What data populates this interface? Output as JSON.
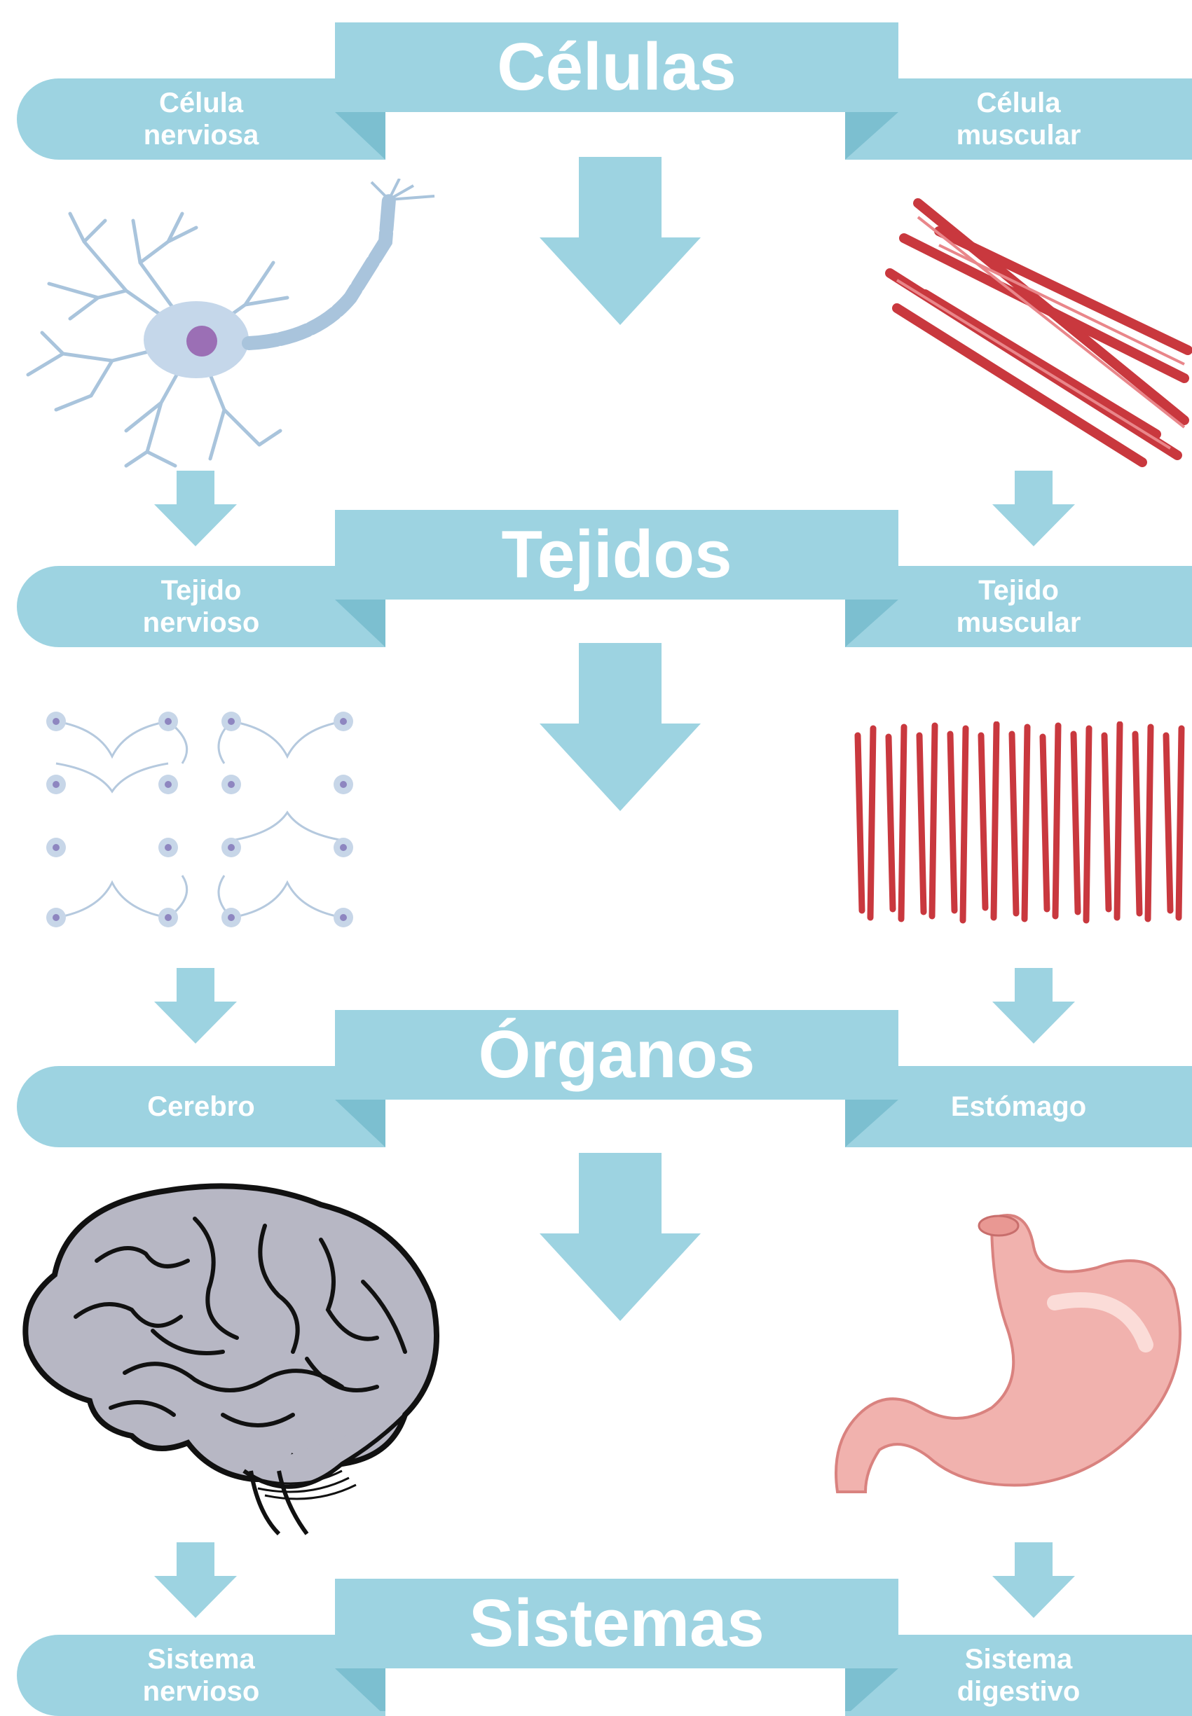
{
  "levels": [
    {
      "title": "Células",
      "left_label": "Célula nerviosa",
      "right_label": "Célula muscular"
    },
    {
      "title": "Tejidos",
      "left_label": "Tejido nervioso",
      "right_label": "Tejido muscular"
    },
    {
      "title": "Órganos",
      "left_label": "Cerebro",
      "right_label": "Estómago"
    },
    {
      "title": "Sistemas",
      "left_label": "Sistema nervioso",
      "right_label": "Sistema digestivo"
    }
  ],
  "colors": {
    "banner": "#9dd3e1",
    "banner_fold": "#7cbfd0",
    "arrow": "#9dd3e1",
    "neuron": "#a9c4dc",
    "muscle": "#c9383e",
    "brain": "#b7b7c4",
    "stomach": "#f1b2ae"
  },
  "illustrations": [
    "neuron-icon",
    "muscle-fiber-icon",
    "nerve-tissue-icon",
    "muscle-tissue-icon",
    "brain-icon",
    "stomach-icon"
  ]
}
